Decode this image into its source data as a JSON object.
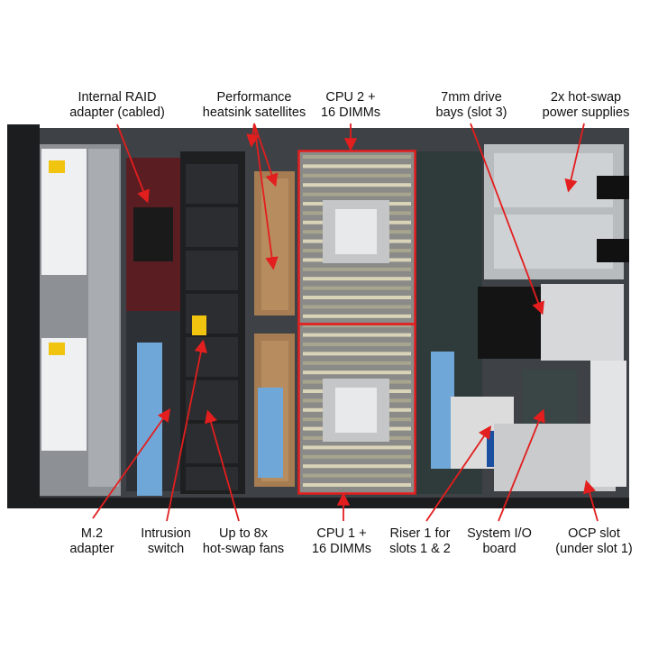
{
  "accent_color": "#e31e1e",
  "labels": {
    "internal_raid": [
      "Internal RAID",
      "adapter (cabled)"
    ],
    "heatsink": [
      "Performance",
      "heatsink satellites"
    ],
    "cpu2": [
      "CPU 2 +",
      "16 DIMMs"
    ],
    "drive_bays": [
      "7mm drive",
      "bays (slot 3)"
    ],
    "psu": [
      "2x hot-swap",
      "power supplies"
    ],
    "m2": [
      "M.2",
      "adapter"
    ],
    "intrusion": [
      "Intrusion",
      "switch"
    ],
    "fans": [
      "Up to 8x",
      "hot-swap fans"
    ],
    "cpu1": [
      "CPU 1 +",
      "16 DIMMs"
    ],
    "riser": [
      "Riser 1 for",
      "slots 1 & 2"
    ],
    "sysio": [
      "System I/O",
      "board"
    ],
    "ocp": [
      "OCP slot",
      "(under slot 1)"
    ]
  }
}
